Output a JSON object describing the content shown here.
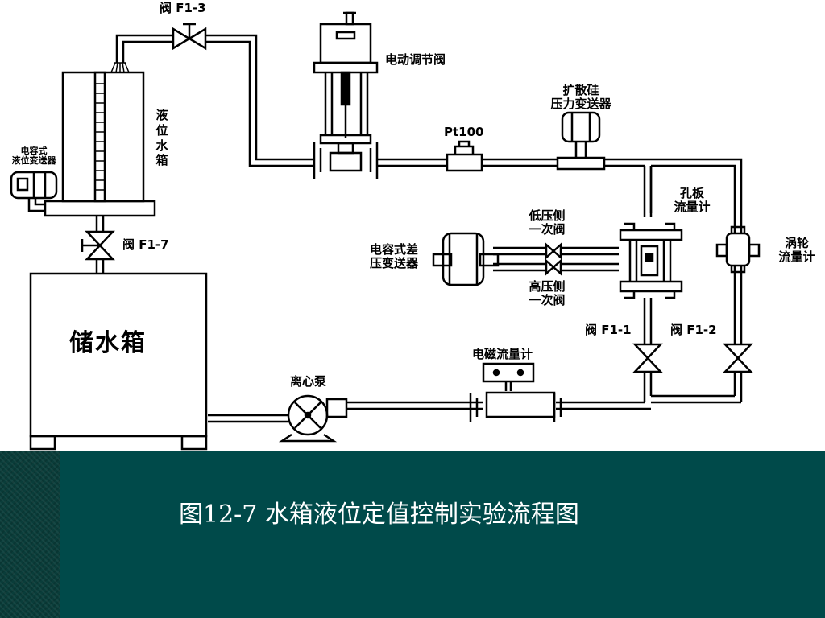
{
  "labels": {
    "valve_f1_3": "阀 F1-3",
    "electric_valve": "电动调节阀",
    "diffused_silicon_line1": "扩散硅",
    "diffused_silicon_line2": "压力变送器",
    "pt100": "Pt100",
    "water_level_tank": "液位水箱",
    "cap_level_line1": "电容式",
    "cap_level_line2": "液位变送器",
    "valve_f1_7": "阀 F1-7",
    "storage_tank": "储水箱",
    "cap_dp_line1": "电容式差",
    "cap_dp_line2": "压变送器",
    "low_side_line1": "低压侧",
    "low_side_line2": "一次阀",
    "high_side_line1": "高压侧",
    "high_side_line2": "一次阀",
    "orifice_line1": "孔板",
    "orifice_line2": "流量计",
    "turbine_line1": "涡轮",
    "turbine_line2": "流量计",
    "valve_f1_1": "阀 F1-1",
    "valve_f1_2": "阀 F1-2",
    "em_flowmeter": "电磁流量计",
    "pump": "离心泵"
  },
  "caption": "图12-7 水箱液位定值控制实验流程图",
  "colors": {
    "footer_bg": "#004a4a",
    "caption_text": "#ffffff",
    "line": "#000000"
  }
}
